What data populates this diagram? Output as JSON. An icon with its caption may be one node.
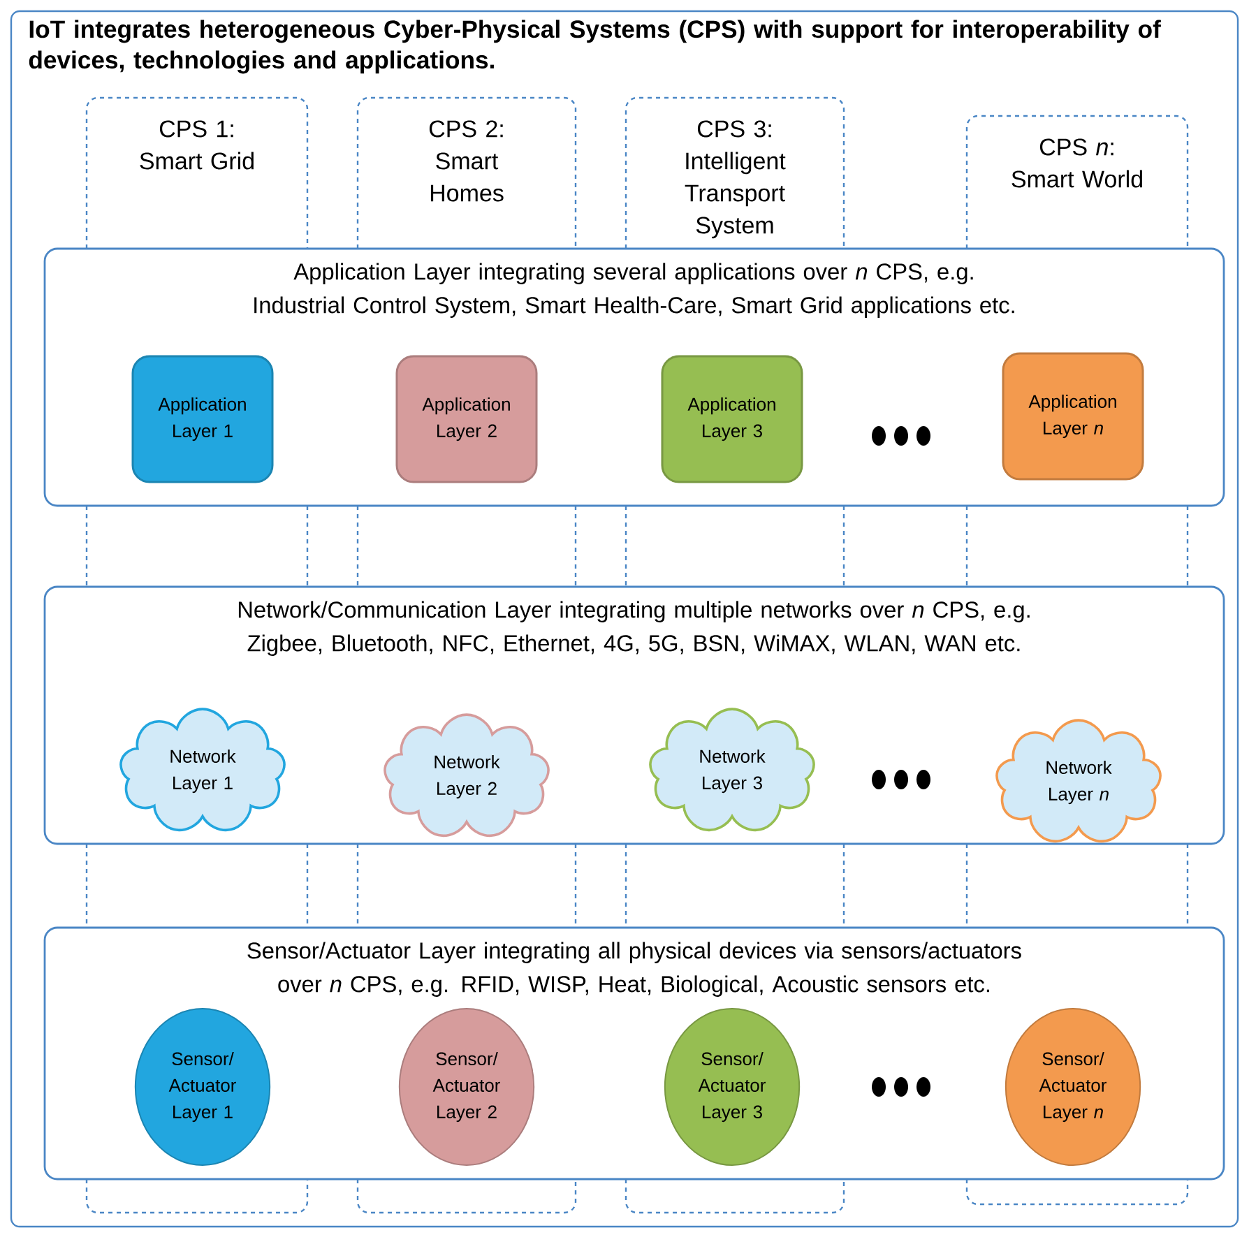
{
  "diagram": {
    "nodes": [
      {
        "text": [
          "IoT integrates heterogeneous Cyber-Physical Systems (CPS) with support for interoperability of devices, technologies and applications."
        ]
      },
      {
        "text": [
          "CPS 1: Smart Grid"
        ],
        "in": 0
      },
      {
        "text": [
          "CPS 2: Smart Homes"
        ],
        "in": 0
      },
      {
        "text": [
          "CPS 3: Intelligent Transport System"
        ],
        "in": 0
      },
      {
        "text": [
          "CPS *n*: Smart World"
        ],
        "in": 0
      },
      {
        "text": [
          "Application Layer integrating several applications over *n* CPS, e.g. Industrial Control System, Smart Health-Care, Smart Grid applications etc."
        ],
        "in": 0
      },
      {
        "text": [
          "Application Layer 1"
        ],
        "in": 5
      },
      {
        "text": [
          "Application Layer 2"
        ],
        "in": 5
      },
      {
        "text": [
          "Application Layer 3"
        ],
        "in": 5
      },
      {
        "text": [
          "Application Layer *n*"
        ],
        "in": 5
      },
      {
        "text": [
          "Network/Communication Layer integrating multiple networks over *n* CPS, e.g. Zigbee, Bluetooth, NFC, Ethernet, 4G, 5G, BSN, WiMAX, WLAN, WAN etc."
        ],
        "in": 0
      },
      {
        "text": [
          "Network Layer 1"
        ],
        "in": 10
      },
      {
        "text": [
          "Network Layer 2"
        ],
        "in": 10
      },
      {
        "text": [
          "Network Layer 3"
        ],
        "in": 10
      },
      {
        "text": [
          "Network Layer *n*"
        ],
        "in": 10
      },
      {
        "text": [
          "Sensor/Actuator Layer integrating all physical devices via sensors/actuators over *n* CPS, e.g.  RFID, WISP, Heat, Biological, Acoustic sensors etc."
        ],
        "in": 0
      },
      {
        "text": [
          "Sensor/ Actuator Layer 1"
        ],
        "in": 15
      },
      {
        "text": [
          "Sensor/ Actuator Layer 2"
        ],
        "in": 15
      },
      {
        "text": [
          "Sensor/ Actuator Layer 3"
        ],
        "in": 15
      },
      {
        "text": [
          "Sensor/ Actuator Layer *n*"
        ],
        "in": 15
      }
    ]
  }
}
